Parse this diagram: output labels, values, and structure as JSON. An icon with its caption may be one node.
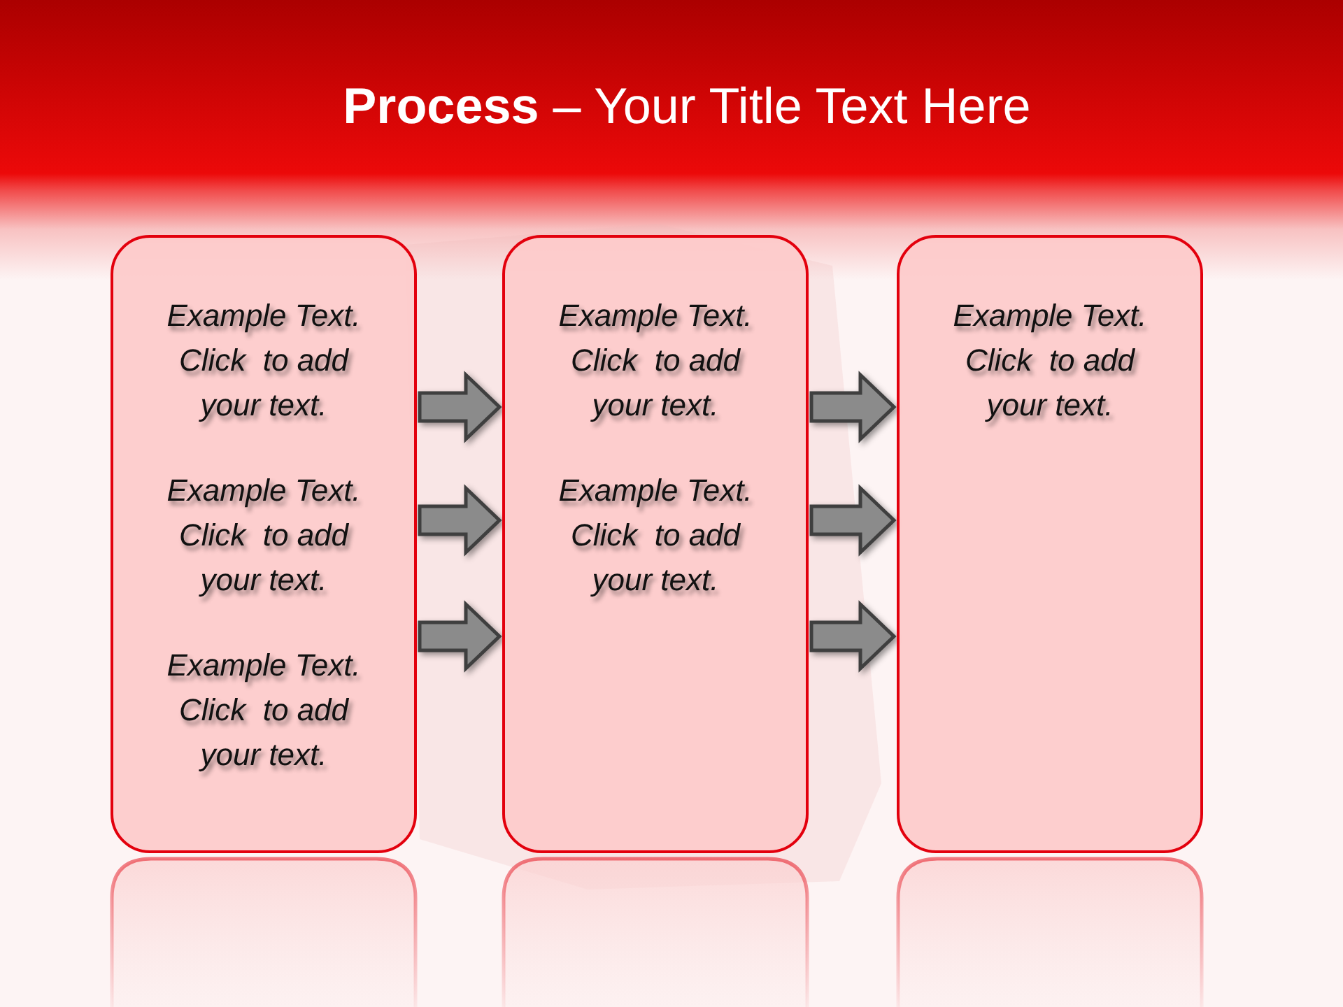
{
  "diagram": {
    "title": "**Process** – Your Title Text Here",
    "nodes": [
      {
        "text": [
          "Example Text. Click  to add your text.",
          "Example Text. Click  to add your text.",
          "Example Text. Click  to add your text."
        ]
      },
      {
        "text": [
          "Example Text. Click  to add your text.",
          "Example Text. Click  to add your text."
        ]
      },
      {
        "text": [
          "Example Text. Click  to add your text."
        ]
      }
    ],
    "edges": [
      {
        "from": 0,
        "to": 1,
        "arrow": "to"
      },
      {
        "from": 0,
        "to": 1,
        "arrow": "to"
      },
      {
        "from": 0,
        "to": 1,
        "arrow": "to"
      },
      {
        "from": 1,
        "to": 2,
        "arrow": "to"
      },
      {
        "from": 1,
        "to": 2,
        "arrow": "to"
      },
      {
        "from": 1,
        "to": 2,
        "arrow": "to"
      }
    ]
  }
}
